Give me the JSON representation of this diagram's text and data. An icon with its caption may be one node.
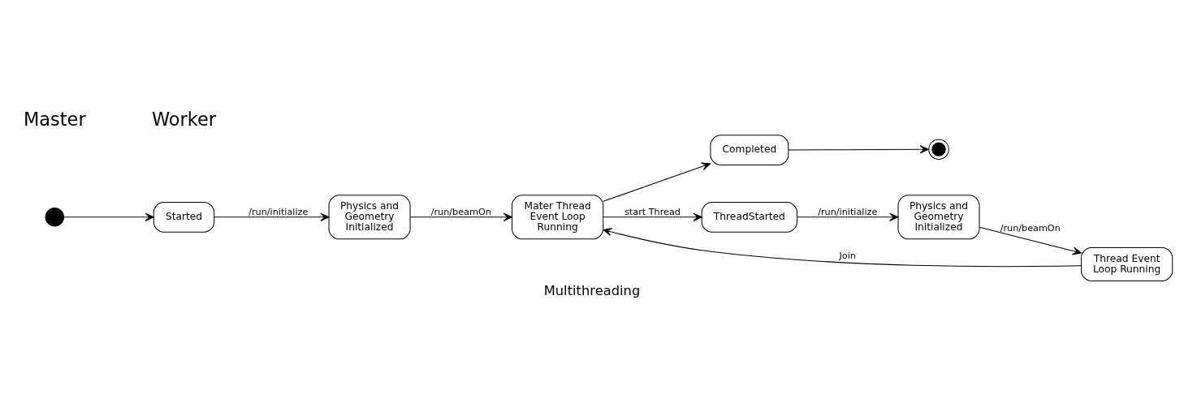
{
  "diagram": {
    "caption": "Multithreading",
    "nodes": [
      {
        "text": [],
        "shape": "circle"
      },
      {
        "text": [
          "Started"
        ]
      },
      {
        "text": [
          "Physics and Geometry Initialized"
        ]
      },
      {
        "text": [
          "Mater Thread Event Loop Running"
        ]
      },
      {
        "text": [
          "Completed"
        ]
      },
      {
        "text": [],
        "shape": "circle"
      },
      {
        "text": [
          "ThreadStarted"
        ]
      },
      {
        "text": [
          "Physics and Geometry Initialized"
        ]
      },
      {
        "text": [
          "Thread Event Loop Running"
        ]
      }
    ],
    "edges": [
      {
        "from": 0,
        "to": 1,
        "arrow": "to"
      },
      {
        "from": 1,
        "to": 2,
        "arrow": "to",
        "label": "/run/initialize"
      },
      {
        "from": 2,
        "to": 3,
        "arrow": "to",
        "label": "/run/beamOn"
      },
      {
        "from": 3,
        "to": 4,
        "arrow": "to"
      },
      {
        "from": 4,
        "to": 5,
        "arrow": "to"
      },
      {
        "from": 3,
        "to": 6,
        "arrow": "to",
        "label": "start Thread"
      },
      {
        "from": 6,
        "to": 7,
        "arrow": "to",
        "label": "/run/initialize"
      },
      {
        "from": 7,
        "to": 8,
        "arrow": "to",
        "label": "/run/beamOn"
      },
      {
        "from": 8,
        "to": 3,
        "arrow": "to",
        "label": "Join"
      }
    ],
    "labels": [
      "Master",
      "Worker"
    ]
  }
}
